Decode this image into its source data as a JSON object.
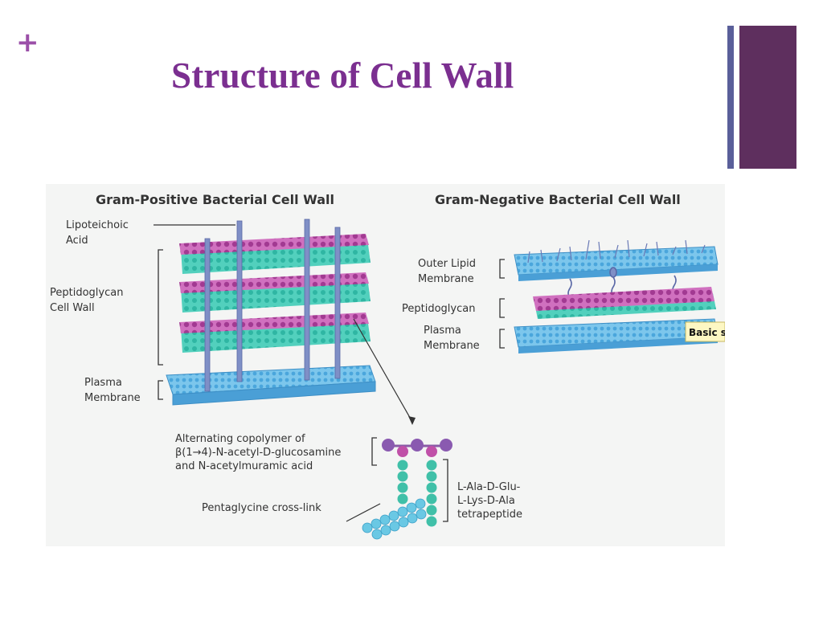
{
  "slide": {
    "plus_symbol": "+",
    "title": "Structure of Cell Wall"
  },
  "figure": {
    "gram_positive": {
      "heading": "Gram-Positive Bacterial Cell Wall",
      "lipoteichoic_1": "Lipoteichoic",
      "lipoteichoic_2": "Acid",
      "peptidoglycan_1": "Peptidoglycan",
      "peptidoglycan_2": "Cell Wall",
      "plasma_1": "Plasma",
      "plasma_2": "Membrane"
    },
    "gram_negative": {
      "heading": "Gram-Negative Bacterial Cell Wall",
      "outer_lipid_1": "Outer Lipid",
      "outer_lipid_2": "Membrane",
      "peptidoglycan": "Peptidoglycan",
      "plasma_1": "Plasma",
      "plasma_2": "Membrane",
      "tooltip": "Basic s"
    },
    "detail": {
      "copolymer_1": "Alternating copolymer of",
      "copolymer_2": "β(1→4)-N-acetyl-D-glucosamine",
      "copolymer_3": "and N-acetylmuramic acid",
      "cross_link": "Pentaglycine cross-link",
      "tetrapeptide_1": "L-Ala-D-Glu-",
      "tetrapeptide_2": "L-Lys-D-Ala",
      "tetrapeptide_3": "tetrapeptide"
    }
  },
  "colors": {
    "title": "#7b2f90",
    "plus": "#9b4fa8",
    "accent_bar_dark": "#5e2f5e",
    "accent_bar_light": "#5a5f9a",
    "membrane": "#5fb0e0",
    "peptidoglycan_head": "#b0459f",
    "peptidoglycan_chain": "#38c0ad"
  }
}
